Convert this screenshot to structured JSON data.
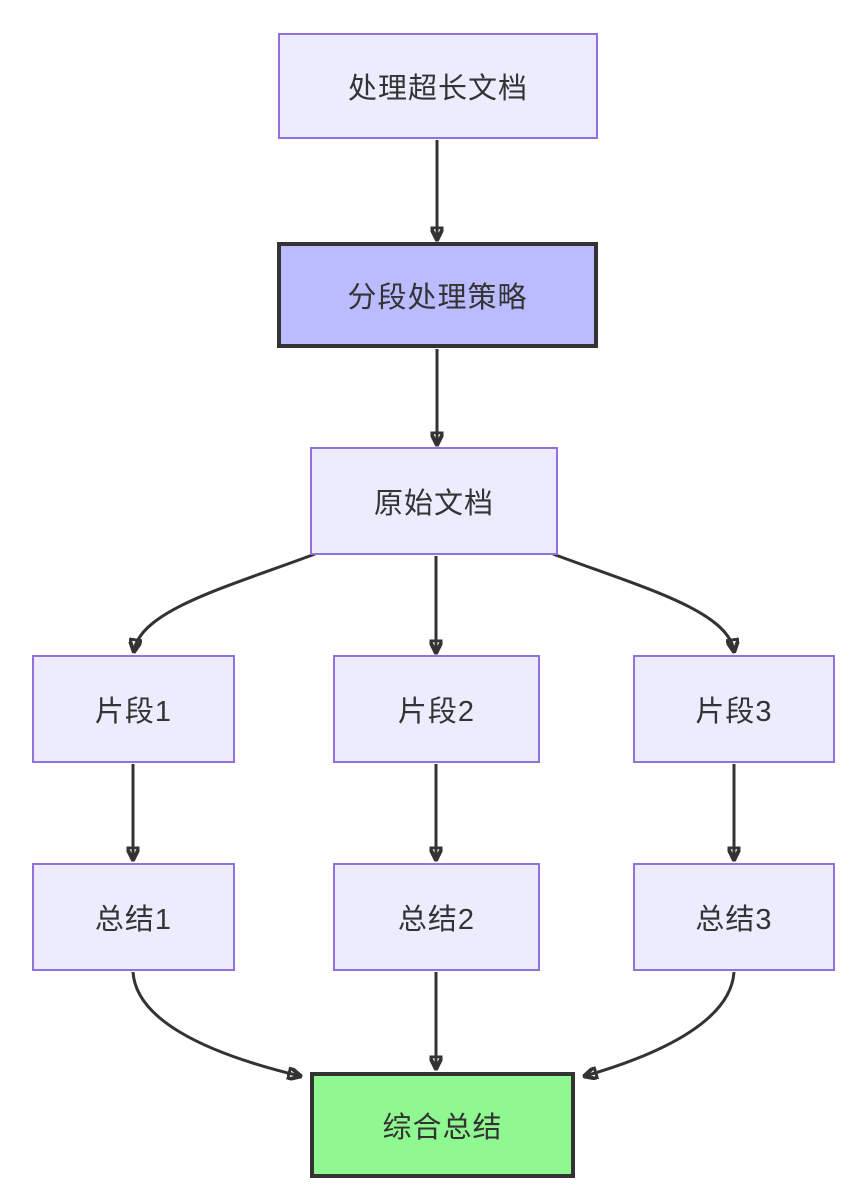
{
  "diagram": {
    "type": "flowchart",
    "direction": "top-down",
    "colors": {
      "background": "#ffffff",
      "node_fill": "#ECECFF",
      "node_border": "#9370DB",
      "strategy_fill": "#BBBBFF",
      "strategy_border": "#333333",
      "result_fill": "#90F890",
      "result_border": "#333333",
      "edge": "#333333",
      "text": "#333333"
    },
    "nodes": {
      "A": {
        "label": "处理超长文档",
        "style": "default"
      },
      "B": {
        "label": "分段处理策略",
        "style": "purple-highlight"
      },
      "C": {
        "label": "原始文档",
        "style": "default"
      },
      "D": {
        "label": "片段1",
        "style": "default"
      },
      "E": {
        "label": "片段2",
        "style": "default"
      },
      "F": {
        "label": "片段3",
        "style": "default"
      },
      "G": {
        "label": "总结1",
        "style": "default"
      },
      "H": {
        "label": "总结2",
        "style": "default"
      },
      "I": {
        "label": "总结3",
        "style": "default"
      },
      "J": {
        "label": "综合总结",
        "style": "green-highlight"
      }
    },
    "edges": [
      {
        "from": "A",
        "to": "B"
      },
      {
        "from": "B",
        "to": "C"
      },
      {
        "from": "C",
        "to": "D"
      },
      {
        "from": "C",
        "to": "E"
      },
      {
        "from": "C",
        "to": "F"
      },
      {
        "from": "D",
        "to": "G"
      },
      {
        "from": "E",
        "to": "H"
      },
      {
        "from": "F",
        "to": "I"
      },
      {
        "from": "G",
        "to": "J"
      },
      {
        "from": "H",
        "to": "J"
      },
      {
        "from": "I",
        "to": "J"
      }
    ]
  }
}
